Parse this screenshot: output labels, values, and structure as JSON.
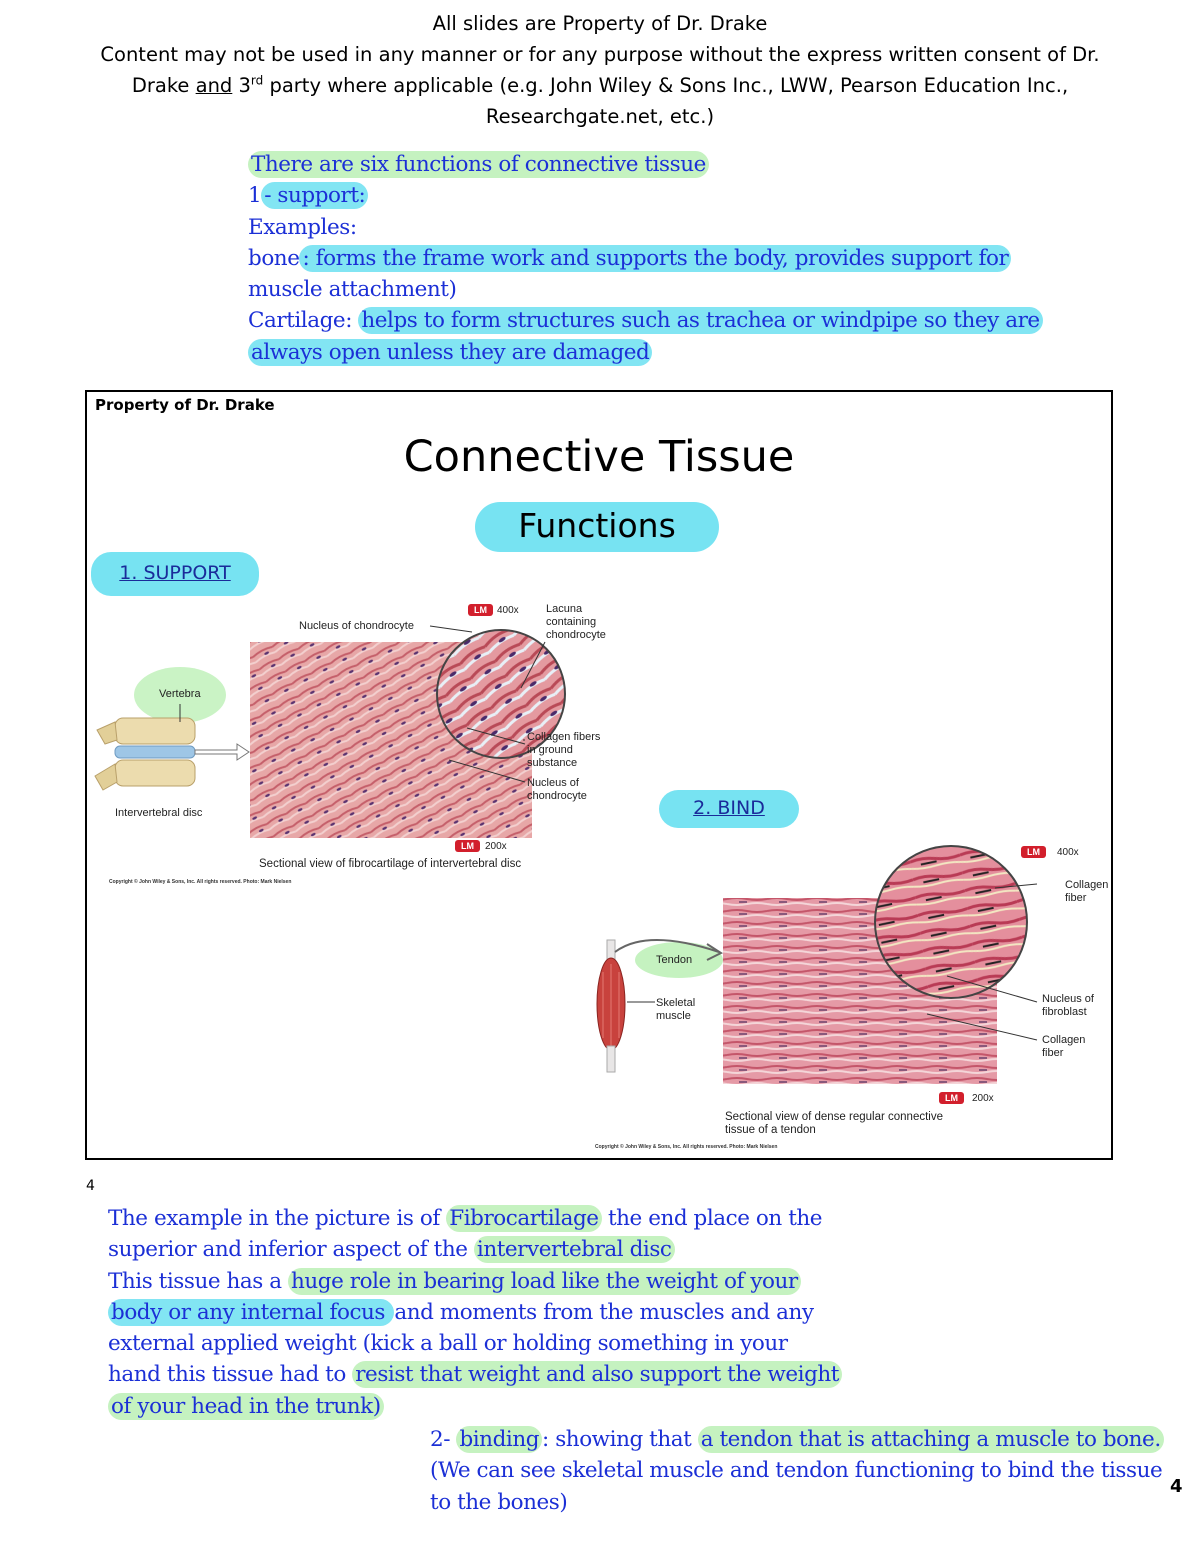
{
  "header": {
    "line1": "All slides are Property of Dr. Drake",
    "line2": "Content may not be used in any manner or for any purpose without the express written consent of Dr.",
    "line3_a": "Drake ",
    "line3_and": "and",
    "line3_b": " 3",
    "line3_sup": "rd",
    "line3_c": " party where applicable (e.g. John Wiley & Sons Inc., LWW, Pearson Education Inc.,",
    "line4": "Researchgate.net, etc.)"
  },
  "notes_top": {
    "l1": "There are six functions of connective tissue",
    "l2_a": "1",
    "l2_b": "- support:",
    "l3": "Examples:",
    "l4_a": "bone",
    "l4_b": ": forms the frame work and supports the body, provides support for",
    "l5": "muscle attachment)",
    "l6_a": "Cartilage: ",
    "l6_b": "helps to form structures such as trachea or windpipe so they are",
    "l7": "always open unless they are damaged"
  },
  "slide": {
    "property": "Property of Dr. Drake",
    "title": "Connective Tissue",
    "subtitle": "Functions",
    "support_label": "1. SUPPORT",
    "bind_label": "2. BIND",
    "fig1": {
      "nucleus_top": "Nucleus of chondrocyte",
      "lm_top": "LM",
      "mag_top": "400x",
      "lacuna": "Lacuna\ncontaining\nchondrocyte",
      "vertebra": "Vertebra",
      "disc": "Intervertebral disc",
      "collagen": "Collagen fibers\nin ground\nsubstance",
      "nucleus_bottom": "Nucleus of\nchondrocyte",
      "lm_bottom": "LM",
      "mag_bottom": "200x",
      "caption": "Sectional view of fibrocartilage of intervertebral disc",
      "copyright": "Copyright © John Wiley & Sons, Inc. All rights reserved. Photo: Mark Nielsen"
    },
    "fig2": {
      "lm_top": "LM",
      "mag_top": "400x",
      "collagen_top": "Collagen\nfiber",
      "tendon": "Tendon",
      "skeletal": "Skeletal\nmuscle",
      "nucleus": "Nucleus of\nfibroblast",
      "collagen_bottom": "Collagen\nfiber",
      "lm_bottom": "LM",
      "mag_bottom": "200x",
      "caption": "Sectional view of dense regular connective\ntissue of a tendon",
      "copyright": "Copyright © John Wiley & Sons, Inc. All rights reserved. Photo: Mark Nielsen"
    }
  },
  "page_number_left": "4",
  "page_number_right": "4",
  "notes_bottom": {
    "l1_a": "The example in the picture is of ",
    "l1_b": "Fibrocartilage",
    "l1_c": " the end place on the",
    "l2_a": "superior and inferior aspect of the ",
    "l2_b": "intervertebral disc",
    "l3_a": "This tissue has a ",
    "l3_b": "huge role in bearing load like the weight of your",
    "l4_a": "body or any internal focus ",
    "l4_b": "and moments from the muscles and any",
    "l5": "external applied weight (kick a ball or holding something in your",
    "l6_a": "hand this tissue had to ",
    "l6_b": "resist that weight and also support the weight",
    "l7": "of your head in the trunk)",
    "l8_a": "2- ",
    "l8_b": "binding",
    "l8_c": ": showing that ",
    "l8_d": "a tendon that is attaching a muscle to bone.",
    "l9": "(We can see skeletal muscle and tendon functioning to bind the tissue",
    "l10": "to the bones)"
  }
}
